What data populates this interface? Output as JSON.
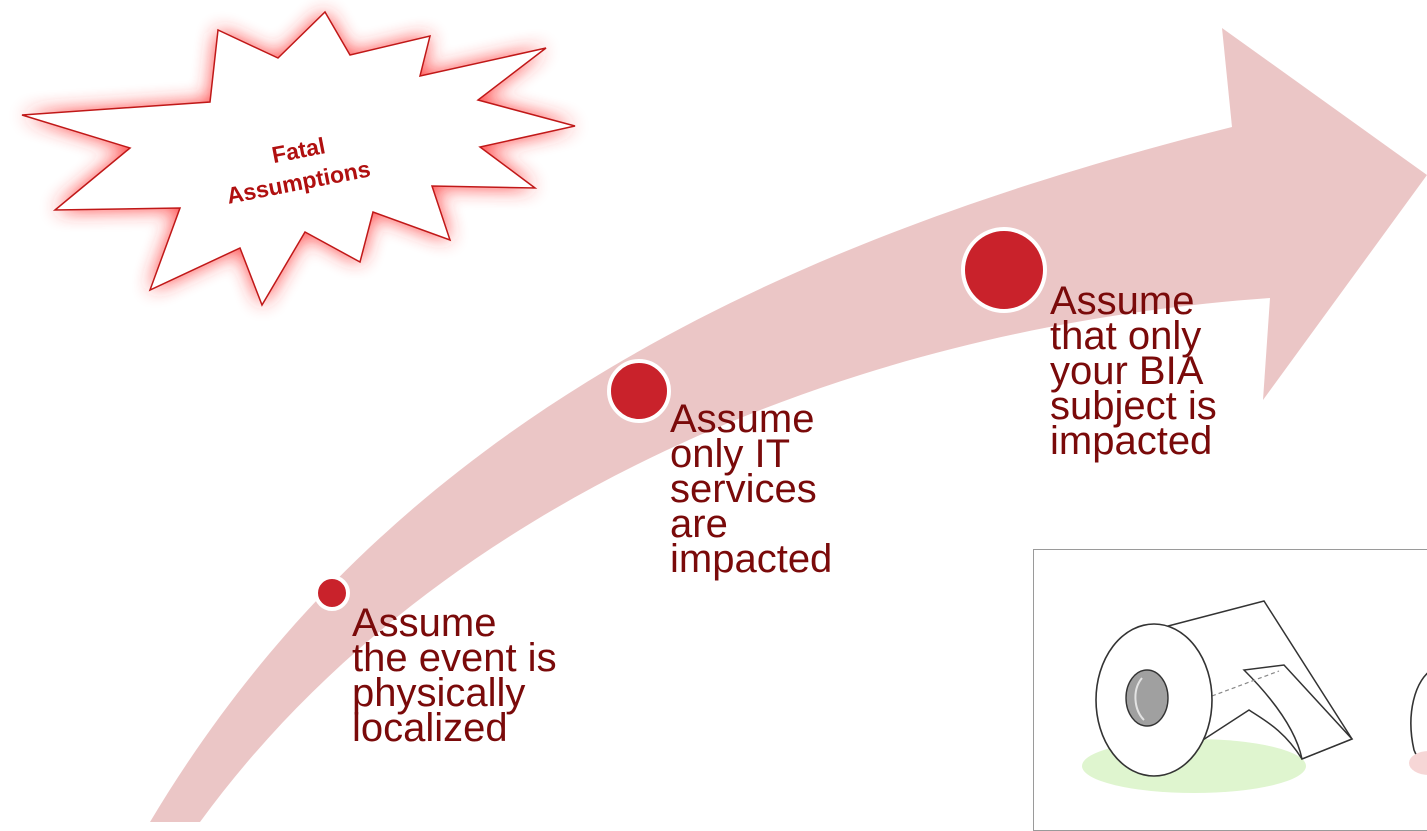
{
  "badge": {
    "line1": "Fatal",
    "line2": "Assumptions"
  },
  "steps": [
    {
      "text": "Assume\nthe event is\nphysically\nlocalized"
    },
    {
      "text": "Assume\nonly IT\nservices\nare\nimpacted"
    },
    {
      "text": "Assume\nthat only\nyour BIA\nsubject is\nimpacted"
    }
  ],
  "colors": {
    "arrow": "#ebc6c6",
    "dot": "#c9222b",
    "text": "#7a0a0a",
    "badge_text": "#b01010",
    "badge_glow": "#ff2a2a",
    "roll_shadow": "#dff5cf"
  },
  "illustration": {
    "icon": "toilet-paper-roll-icon"
  }
}
